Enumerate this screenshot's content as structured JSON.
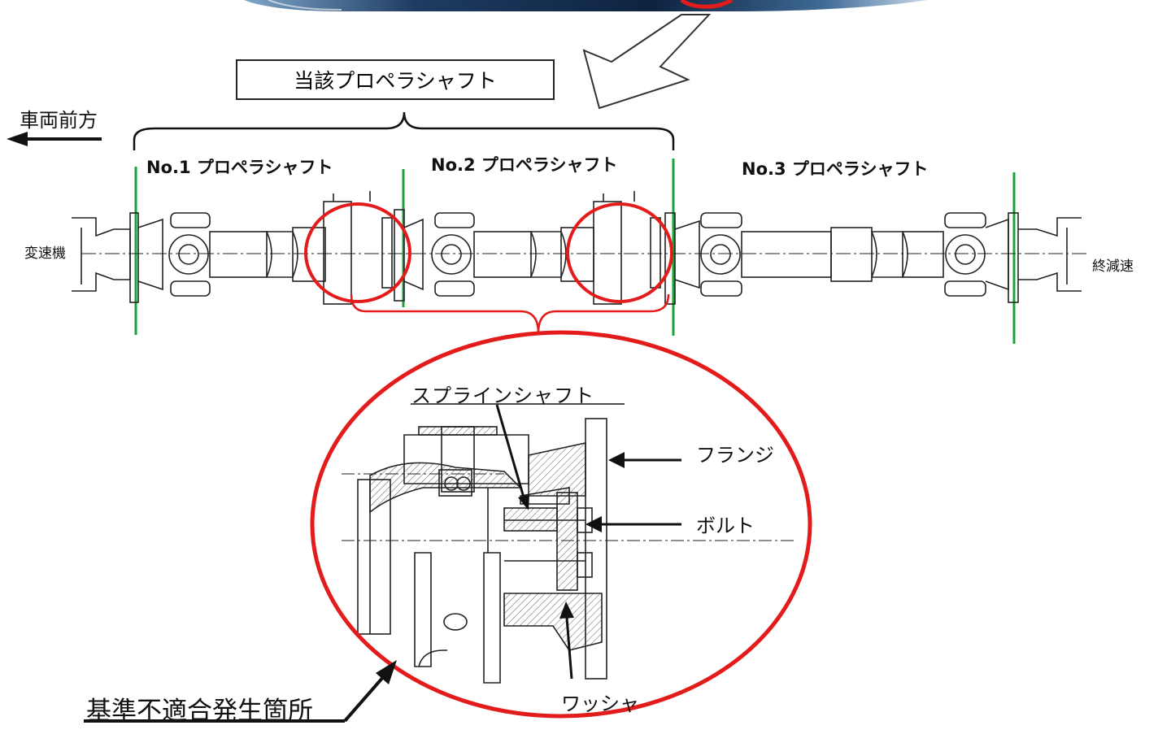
{
  "labels": {
    "target_shaft": "当該プロペラシャフト",
    "vehicle_front": "車両前方",
    "shaft1": "No.1 プロペラシャフト",
    "shaft2": "No.2 プロペラシャフト",
    "shaft3": "No.3 プロペラシャフト",
    "transmission": "変速機",
    "final_reduction": "終減速",
    "spline_shaft": "スプラインシャフト",
    "flange": "フランジ",
    "bolt": "ボルト",
    "washer": "ワッシャ",
    "nonconformity_location": "基準不適合発生箇所"
  },
  "colors": {
    "highlight_red": "#e31b1b",
    "divider_green": "#1aa33a",
    "line_black": "#111111"
  }
}
